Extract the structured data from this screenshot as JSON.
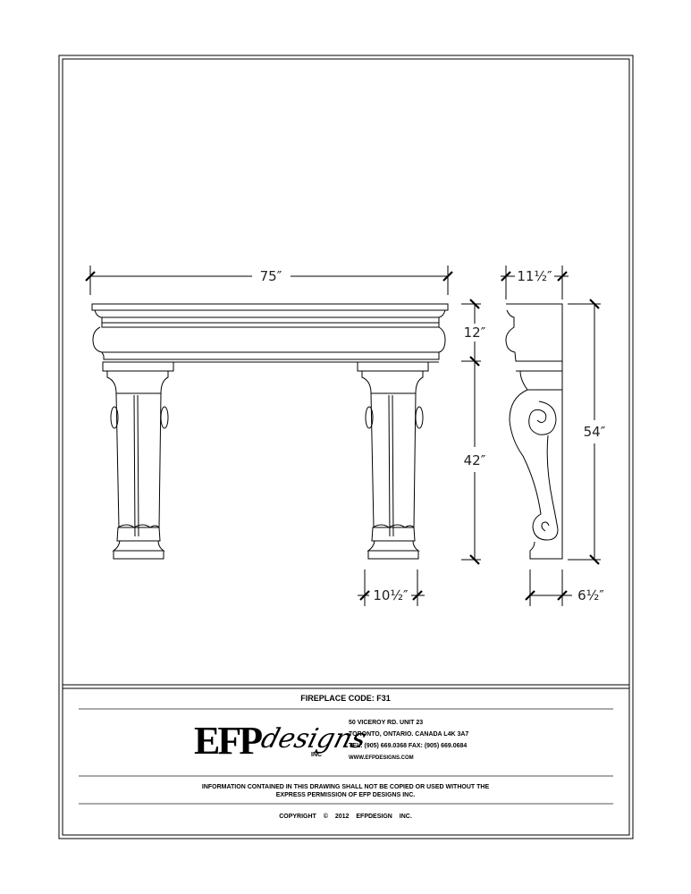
{
  "drawing": {
    "dimensions": {
      "overall_width": "75″",
      "side_depth_top": "11½″",
      "shelf_height": "12″",
      "leg_height": "42″",
      "total_height": "54″",
      "leg_width": "10½″",
      "side_depth_base": "6½″"
    }
  },
  "title_block": {
    "fireplace_code": "FIREPLACE CODE: F31",
    "logo": {
      "main": "EFP",
      "script": "designs",
      "suffix": "INC"
    },
    "address_line1": "50 VICEROY RD. UNIT 23",
    "address_line2": "TORONTO, ONTARIO. CANADA  L4K 3A7",
    "phone_line": "TEL: (905) 669.0368  FAX: (905) 669.0684",
    "website": "WWW.EFPDESIGNS.COM",
    "notice_line1": "INFORMATION CONTAINED IN THIS DRAWING SHALL NOT BE COPIED OR USED WITHOUT THE",
    "notice_line2": "EXPRESS PERMISSION OF EFP DESIGNS INC.",
    "copyright": "COPYRIGHT  ©  2012 EFPDESIGN INC."
  }
}
